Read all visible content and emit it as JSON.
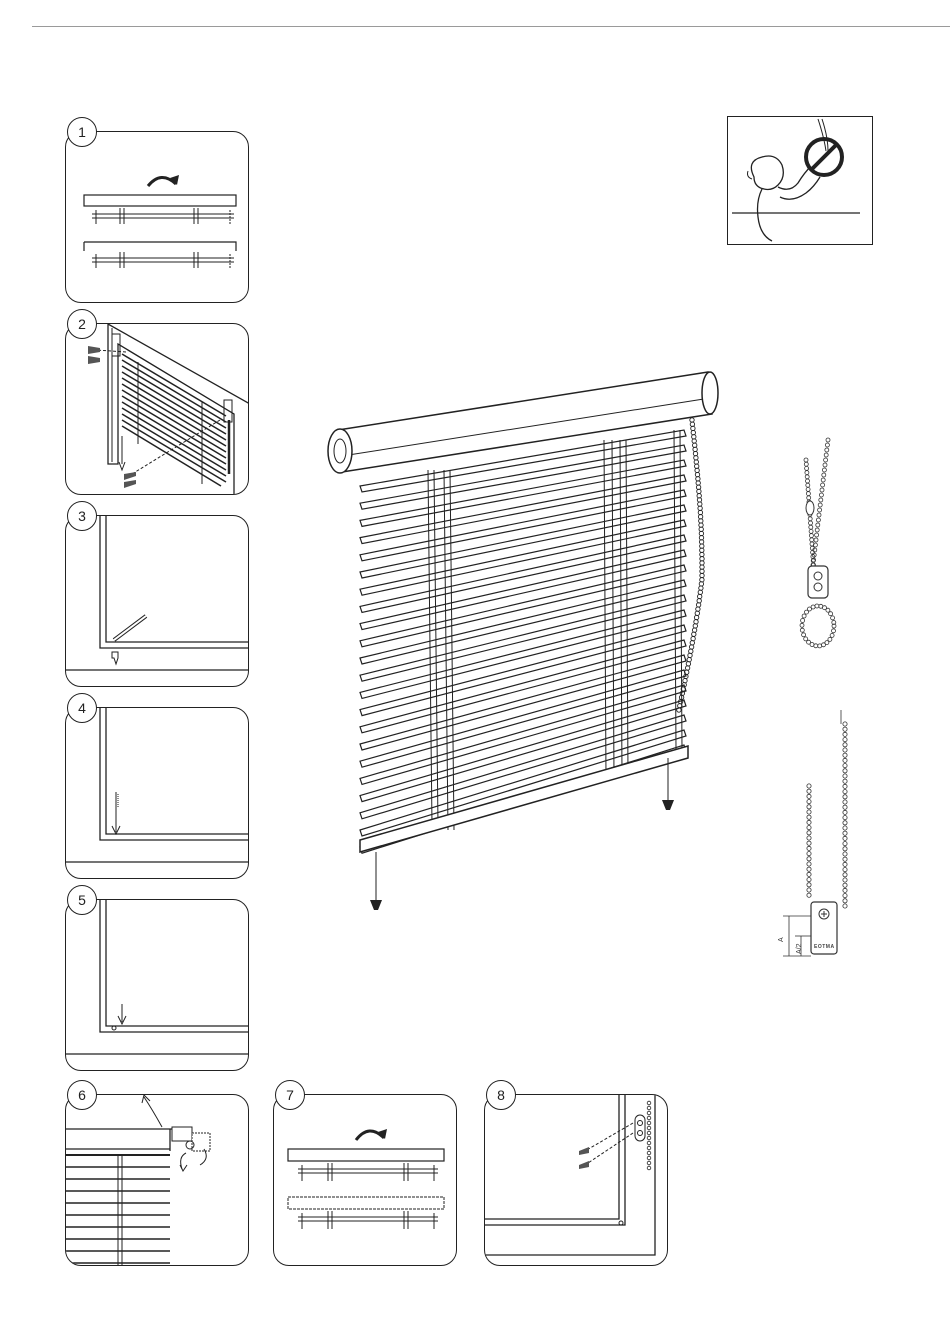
{
  "steps": [
    {
      "number": "1",
      "icon": "flip-rail-diagram"
    },
    {
      "number": "2",
      "icon": "mount-bracket-diagram"
    },
    {
      "number": "3",
      "icon": "drill-hole-diagram"
    },
    {
      "number": "4",
      "icon": "mark-position-diagram"
    },
    {
      "number": "5",
      "icon": "insert-pin-diagram"
    },
    {
      "number": "6",
      "icon": "clip-headrail-diagram"
    },
    {
      "number": "7",
      "icon": "flip-rail-diagram"
    },
    {
      "number": "8",
      "icon": "fix-cord-guide-diagram"
    }
  ],
  "warning": {
    "icon": "child-safety-warning-icon"
  },
  "chain_detail": {
    "label_a": "A",
    "label_a_half": "A/2",
    "brand": "ЕОТМА"
  },
  "colors": {
    "line": "#222222",
    "rule": "#9a9a9a",
    "background": "#ffffff"
  }
}
